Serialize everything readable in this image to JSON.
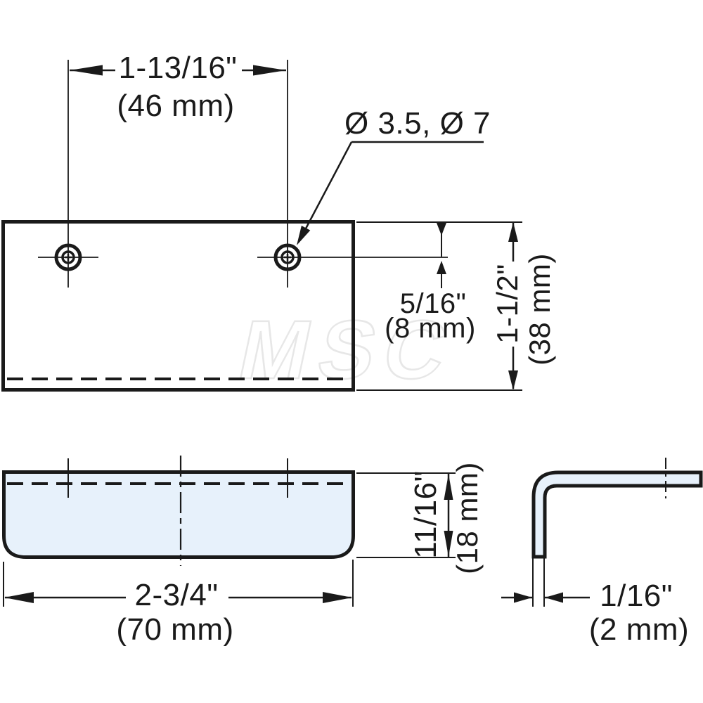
{
  "watermark": "MSC",
  "colors": {
    "line": "#1a1a1a",
    "material_fill": "#e7f1fb",
    "watermark": "#e7e7e7"
  },
  "dimensions": {
    "hole_spacing": {
      "in": "1-13/16\"",
      "mm": "(46 mm)"
    },
    "hole_diameters": {
      "label": "Ø 3.5, Ø 7"
    },
    "hole_offset": {
      "in": "5/16\"",
      "mm": "(8 mm)"
    },
    "height": {
      "in": "1-1/2\"",
      "mm": "(38 mm)"
    },
    "width": {
      "in": "2-3/4\"",
      "mm": "(70 mm)"
    },
    "depth": {
      "in": "11/16\"",
      "mm": "(18 mm)"
    },
    "thickness": {
      "in": "1/16\"",
      "mm": "(2 mm)"
    }
  }
}
